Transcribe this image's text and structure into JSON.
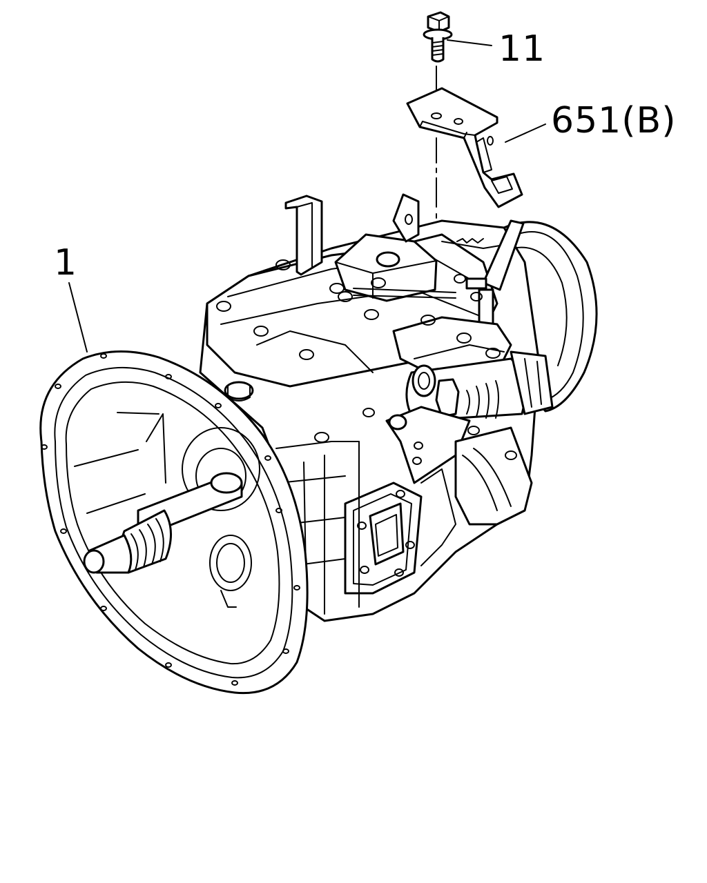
{
  "callouts": {
    "bolt": "11",
    "bracket": "651(B)",
    "transmission": "1"
  },
  "colors": {
    "line": "#000000",
    "background": "#ffffff"
  }
}
